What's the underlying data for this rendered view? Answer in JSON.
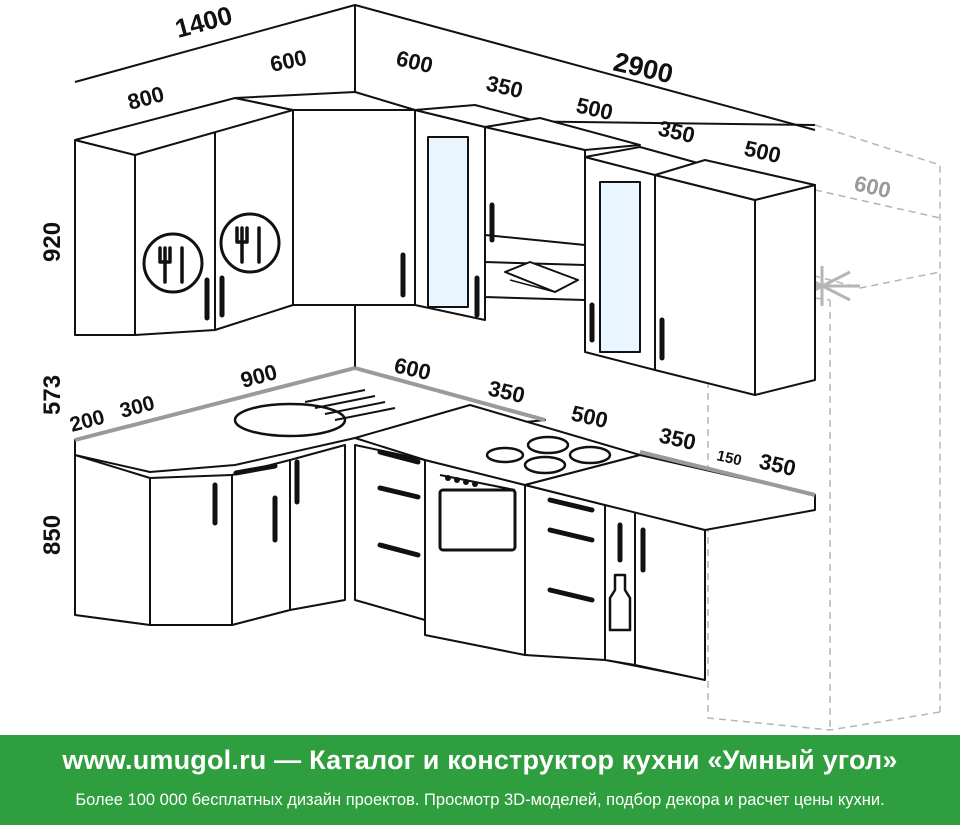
{
  "dimensions": {
    "top_left_total": "1400",
    "top_right_total": "2900",
    "upper_800": "800",
    "upper_600_corner": "600",
    "upper_600_glass": "600",
    "upper_350_hood": "350",
    "upper_500": "500",
    "upper_350_glass": "350",
    "upper_500_end": "500",
    "fridge_600": "600",
    "height_upper": "920",
    "height_gap": "573",
    "height_base": "850",
    "base_200": "200",
    "base_300": "300",
    "base_900": "900",
    "base_600": "600",
    "base_350_hob": "350",
    "base_500": "500",
    "base_350": "350",
    "base_150": "150",
    "base_350_end": "350"
  },
  "banner": {
    "title": "www.umugol.ru — Каталог и конструктор кухни «Умный угол»",
    "subtitle": "Более 100 000 бесплатных дизайн проектов. Просмотр 3D-моделей, подбор декора и расчет цены кухни."
  },
  "colors": {
    "banner_bg": "#2e9e3e",
    "line": "#111111",
    "ghost_line": "#b5b5b5",
    "countertop_edge": "#9a9a9a"
  },
  "icons": [
    "plate-cutlery-icon",
    "snowflake-icon",
    "bottle-icon",
    "gas-burner-icon"
  ]
}
